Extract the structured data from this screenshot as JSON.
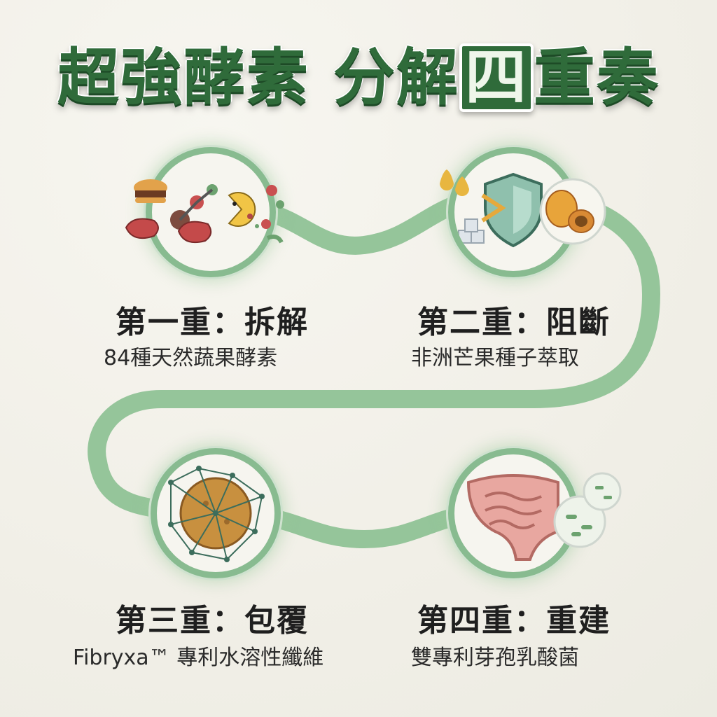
{
  "title": {
    "part1": "超強酵素",
    "part2_a": "分解",
    "part2_box": "四",
    "part2_b": "重奏"
  },
  "stages": [
    {
      "name": "第一重：拆解",
      "sub": "84種天然蔬果酵素"
    },
    {
      "name": "第二重：阻斷",
      "sub": "非洲芒果種子萃取"
    },
    {
      "name": "第三重：包覆",
      "sub": "Fibryxa™ 專利水溶性纖維"
    },
    {
      "name": "第四重：重建",
      "sub": "雙專利芽孢乳酸菌"
    }
  ],
  "colors": {
    "path": "#8fc296",
    "title_green": "#2f6b3a",
    "text": "#1f1f1f"
  },
  "icons": {
    "stage1": "enzyme-digestion-icon",
    "stage2": "shield-block-icon",
    "stage3": "fiber-net-icon",
    "stage4": "gut-probiotic-icon"
  }
}
